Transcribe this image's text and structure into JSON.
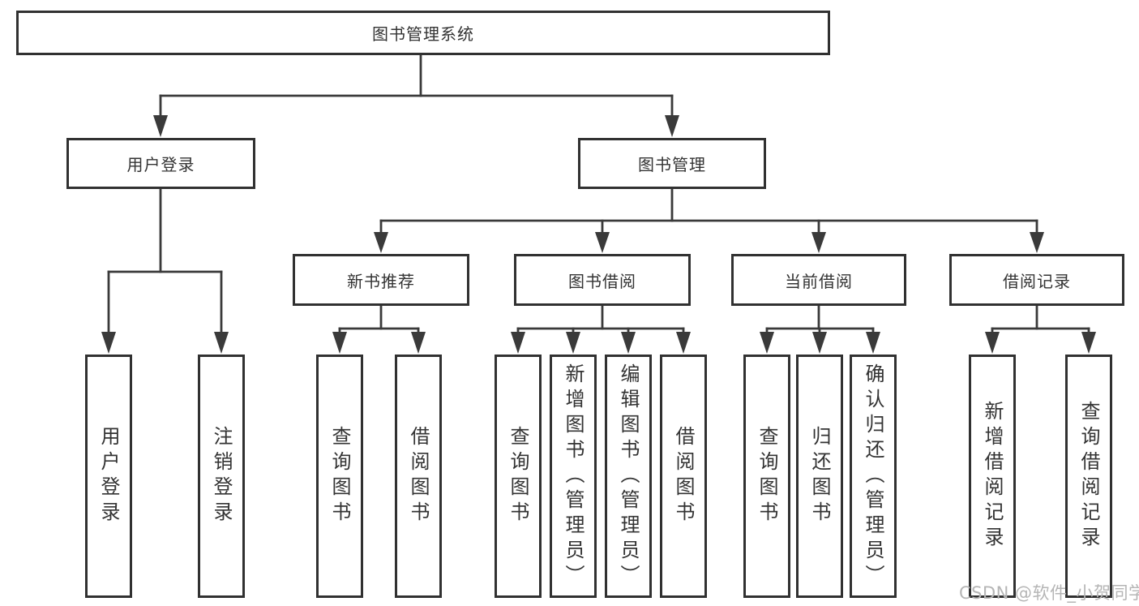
{
  "diagram": {
    "type": "hierarchy-tree",
    "root": {
      "label": "图书管理系统"
    },
    "level2": [
      {
        "label": "用户登录"
      },
      {
        "label": "图书管理"
      }
    ],
    "level3": [
      {
        "label": "新书推荐",
        "parent": "图书管理"
      },
      {
        "label": "图书借阅",
        "parent": "图书管理"
      },
      {
        "label": "当前借阅",
        "parent": "图书管理"
      },
      {
        "label": "借阅记录",
        "parent": "图书管理"
      }
    ],
    "leaf_groups": [
      {
        "parent": "用户登录",
        "items": [
          {
            "label": "用户登录"
          },
          {
            "label": "注销登录"
          }
        ]
      },
      {
        "parent": "新书推荐",
        "items": [
          {
            "label": "查询图书"
          },
          {
            "label": "借阅图书"
          }
        ]
      },
      {
        "parent": "图书借阅",
        "items": [
          {
            "label": "查询图书"
          },
          {
            "label": "新增图书（管理员）"
          },
          {
            "label": "编辑图书（管理员）"
          },
          {
            "label": "借阅图书"
          }
        ]
      },
      {
        "parent": "当前借阅",
        "items": [
          {
            "label": "查询图书"
          },
          {
            "label": "归还图书"
          },
          {
            "label": "确认归还（管理员）"
          }
        ]
      },
      {
        "parent": "借阅记录",
        "items": [
          {
            "label": "新增借阅记录"
          },
          {
            "label": "查询借阅记录"
          }
        ]
      }
    ],
    "watermark": "CSDN @软件_小贺同学",
    "colors": {
      "line": "#3a3a3a",
      "box_border": "#313131",
      "text": "#333333",
      "watermark": "#b5b5b5",
      "background": "#ffffff"
    }
  }
}
